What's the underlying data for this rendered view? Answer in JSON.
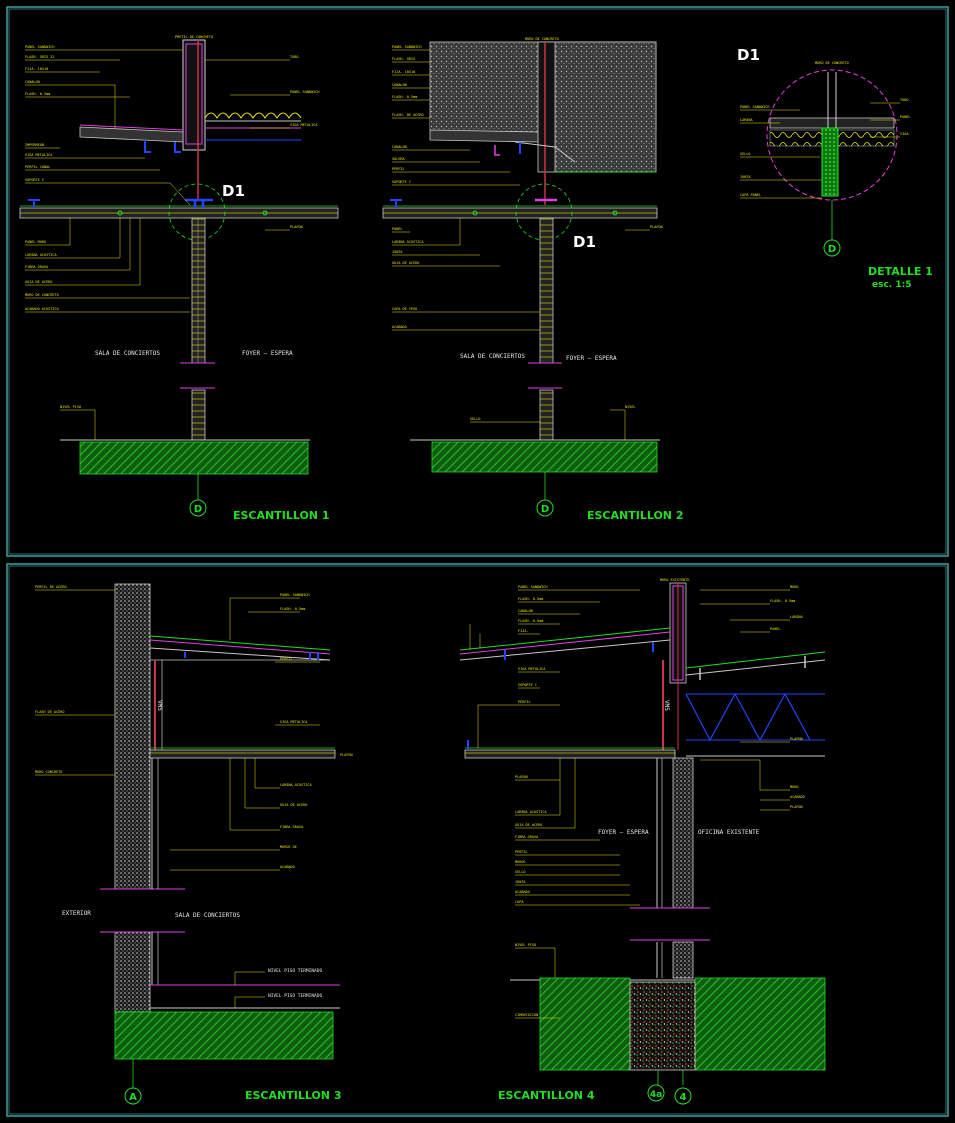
{
  "panels": {
    "top": {
      "section1": {
        "title": "ESCANTILLON 1",
        "detail_tag": "D1",
        "room_left": "SALA DE CONCIERTOS",
        "room_right": "FOYER – ESPERA",
        "grid_axis": "D"
      },
      "section2": {
        "title": "ESCANTILLON 2",
        "detail_tag": "D1",
        "room_left": "SALA DE CONCIERTOS",
        "room_right": "FOYER – ESPERA",
        "grid_axis": "D"
      },
      "detail1": {
        "tag": "D1",
        "title": "DETALLE 1",
        "scale": "esc. 1:5",
        "grid_axis": "D"
      }
    },
    "bottom": {
      "section3": {
        "title": "ESCANTILLON 3",
        "room_left": "EXTERIOR",
        "room_right": "SALA DE CONCIERTOS",
        "level_1": "NIVEL PISO TERMINADO",
        "level_2": "NIVEL PISO TERMINADO",
        "grid_axis": "A"
      },
      "section4": {
        "title": "ESCANTILLON 4",
        "room_left": "FOYER – ESPERA",
        "room_right": "OFICINA EXISTENTE",
        "grid_axis_1": "4a",
        "grid_axis_2": "4"
      }
    }
  },
  "colors": {
    "background": "#000000",
    "frame": "#3fa0a0",
    "title": "#22dd22",
    "annotation": "#e6e600",
    "wall": "#c8c8c8",
    "beam": "#cc3344",
    "ground": "#1a8a1a",
    "steel": "#2244ff",
    "accent": "#e040e0"
  }
}
